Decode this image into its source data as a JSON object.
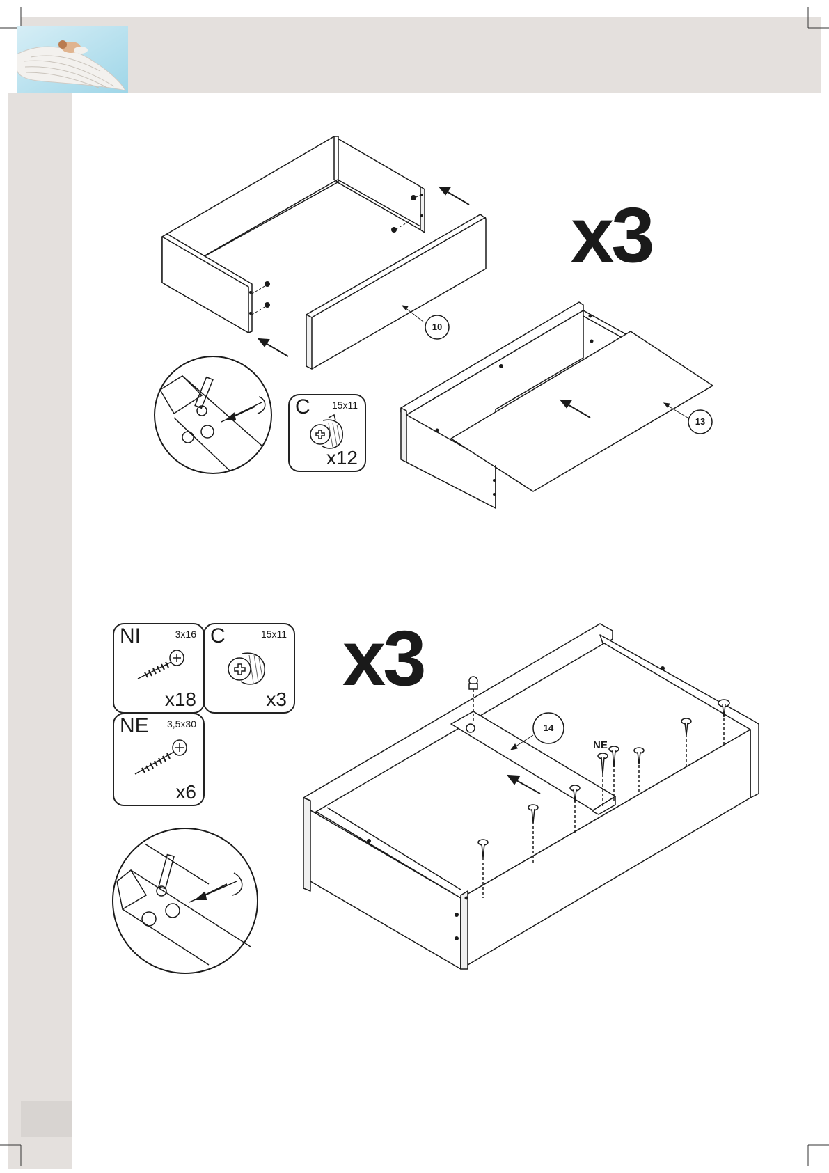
{
  "step1": {
    "multiplier": "x3",
    "parts_box": {
      "code": "C",
      "size": "15x11",
      "qty": "x12",
      "icon": "cam-lock-icon"
    },
    "callouts": [
      "10",
      "13"
    ]
  },
  "step2": {
    "multiplier": "x3",
    "parts": [
      {
        "code": "NI",
        "size": "3x16",
        "qty": "x18",
        "icon": "short-screw-icon"
      },
      {
        "code": "C",
        "size": "15x11",
        "qty": "x3",
        "icon": "cam-lock-icon"
      },
      {
        "code": "NE",
        "size": "3,5x30",
        "qty": "x6",
        "icon": "long-screw-icon"
      }
    ],
    "callouts": [
      "14"
    ],
    "screw_label": "NE"
  },
  "colors": {
    "header_band": "#e4e0dd",
    "side_band": "#e4e0dd",
    "line": "#1a1a1a"
  }
}
